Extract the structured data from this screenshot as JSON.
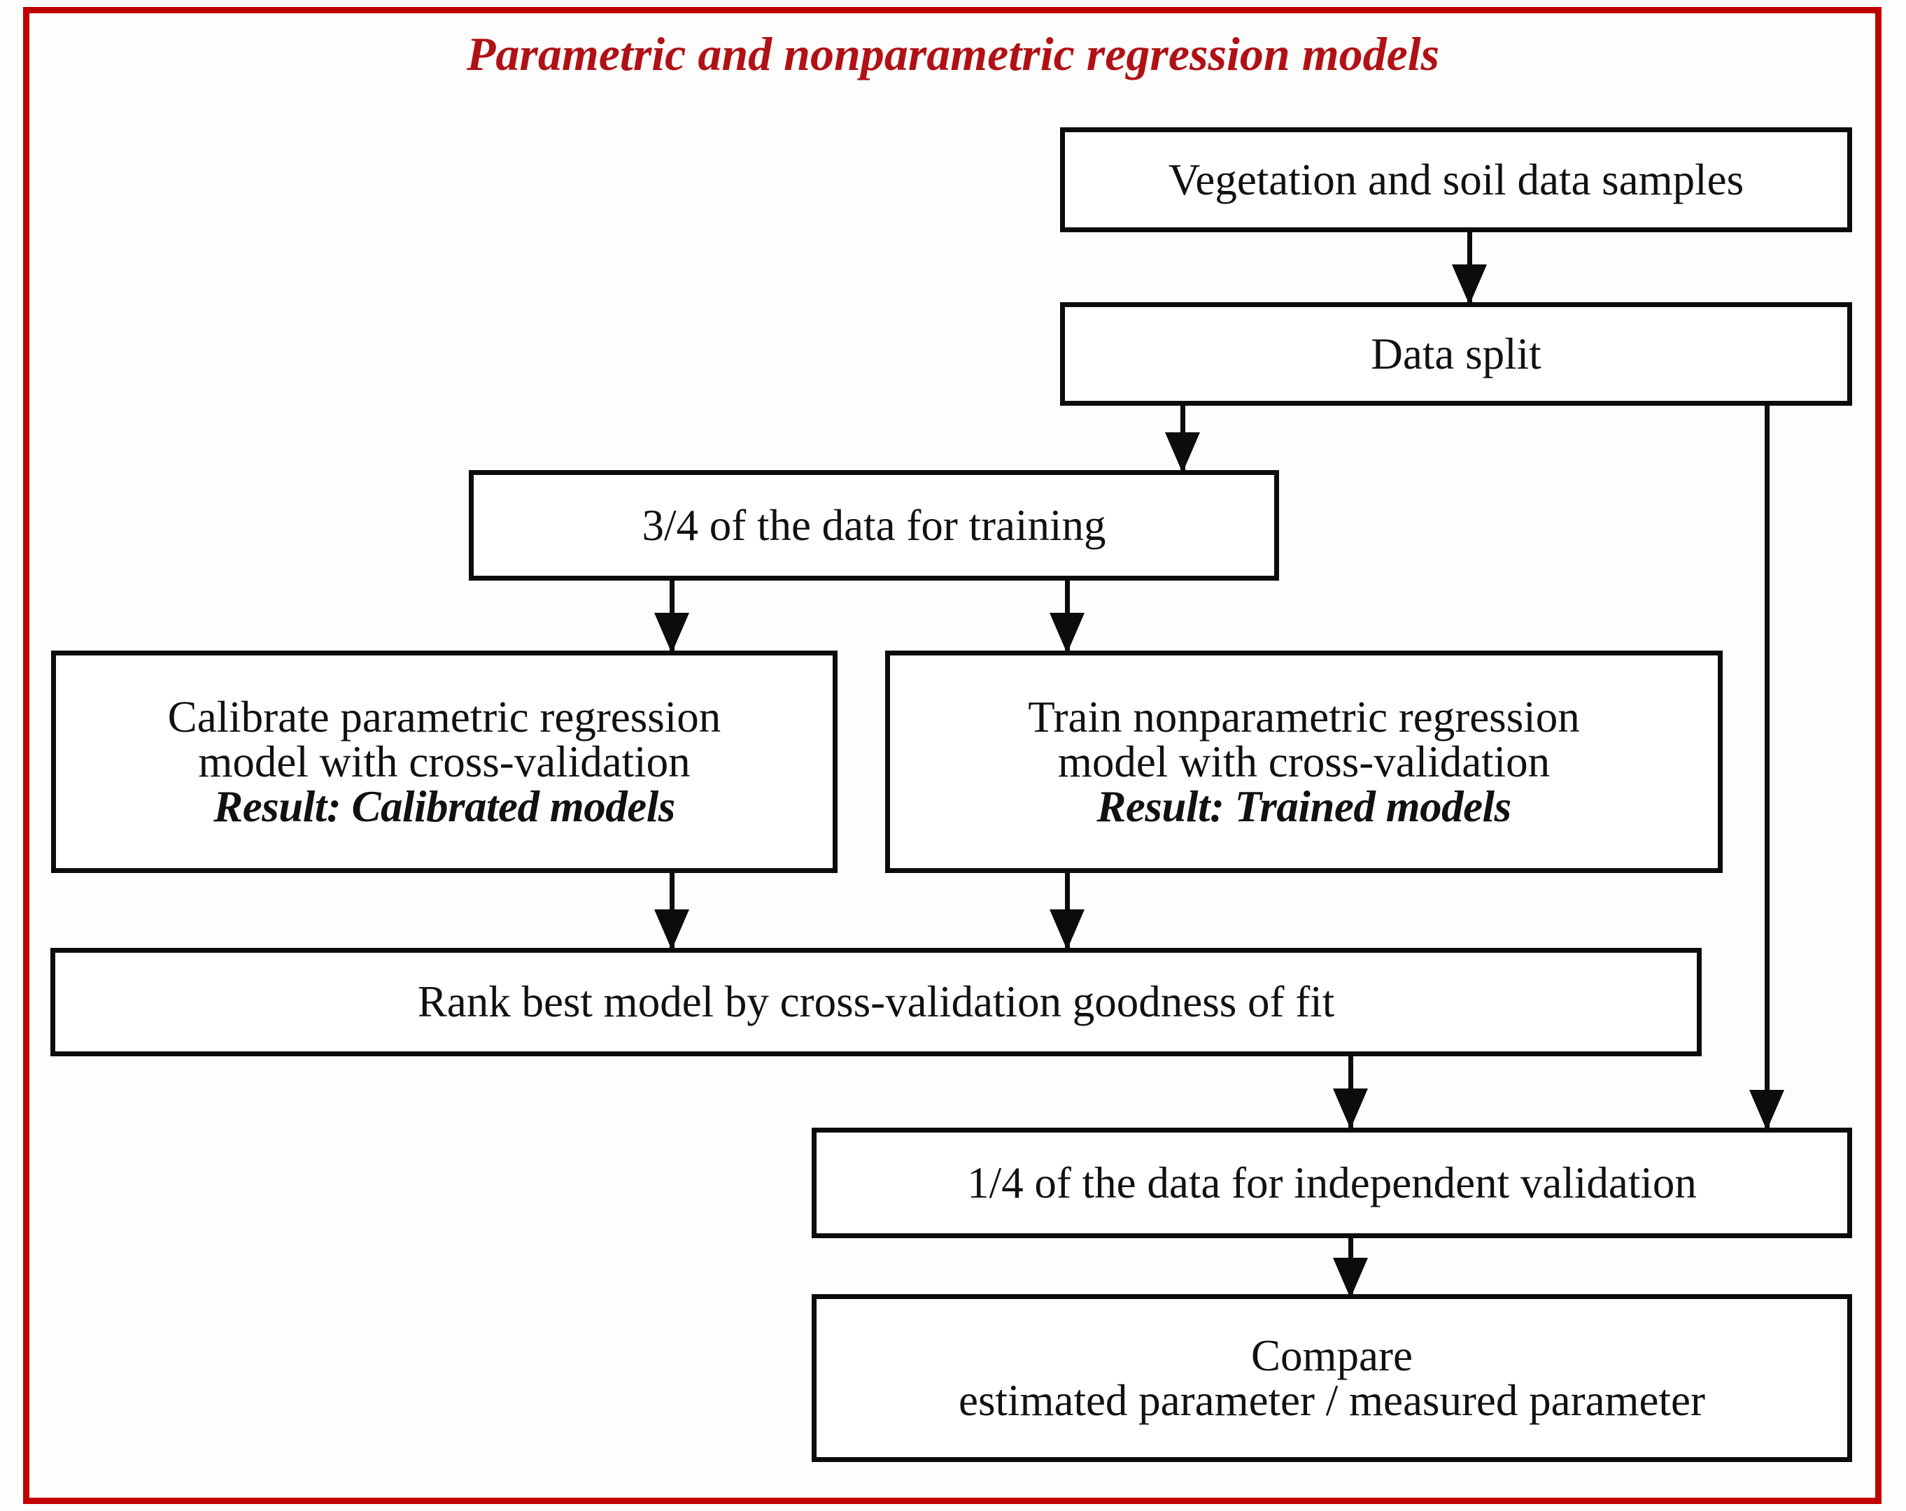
{
  "title": "Parametric and nonparametric regression models",
  "colors": {
    "frame_border": "#c00000",
    "title_text": "#b01116",
    "box_border": "#0c0c0c",
    "box_fill": "#ffffff",
    "connector": "#0c0c0c",
    "page_background": "#fdfdfb"
  },
  "nodes": {
    "samples": {
      "label": "Vegetation and soil data samples"
    },
    "data_split": {
      "label": "Data split"
    },
    "train_share": {
      "label": "3/4 of the data for training"
    },
    "parametric": {
      "line1": "Calibrate parametric regression",
      "line2": "model with cross-validation",
      "line3": "Result: Calibrated models"
    },
    "nonparametric": {
      "line1": "Train nonparametric regression",
      "line2": "model with cross-validation",
      "line3": "Result: Trained models"
    },
    "rank": {
      "label": "Rank best model by cross-validation goodness of fit"
    },
    "validation_share": {
      "label": "1/4 of the data for independent validation"
    },
    "compare": {
      "line1": "Compare",
      "line2": "estimated parameter / measured parameter"
    }
  },
  "edges": [
    {
      "from": "samples",
      "to": "data_split",
      "arrow": "down"
    },
    {
      "from": "data_split",
      "to": "train_share",
      "arrow": "down"
    },
    {
      "from": "data_split",
      "to": "validation_share",
      "arrow": "down"
    },
    {
      "from": "train_share",
      "to": "parametric",
      "arrow": "down"
    },
    {
      "from": "train_share",
      "to": "nonparametric",
      "arrow": "down"
    },
    {
      "from": "parametric",
      "to": "rank",
      "arrow": "down"
    },
    {
      "from": "nonparametric",
      "to": "rank",
      "arrow": "down"
    },
    {
      "from": "rank",
      "to": "validation_share",
      "arrow": "down"
    },
    {
      "from": "validation_share",
      "to": "compare",
      "arrow": "down"
    }
  ]
}
